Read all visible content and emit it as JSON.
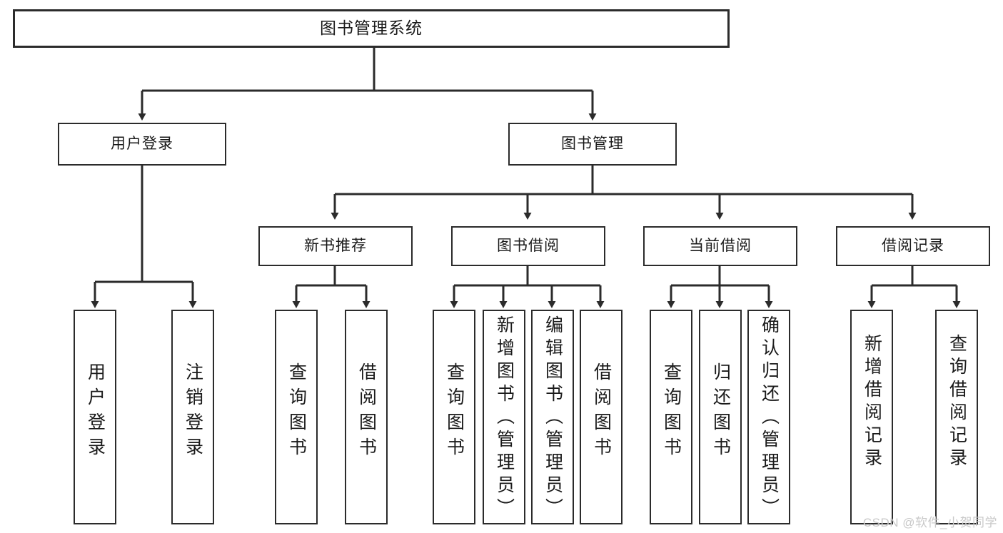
{
  "diagram": {
    "type": "tree",
    "title": "图书管理系统",
    "root": {
      "id": "root",
      "label": "图书管理系统"
    },
    "level1": [
      {
        "id": "user-login",
        "label": "用户登录"
      },
      {
        "id": "book-manage",
        "label": "图书管理"
      }
    ],
    "level2": [
      {
        "id": "new-book-rec",
        "label": "新书推荐",
        "parent": "book-manage"
      },
      {
        "id": "book-borrow",
        "label": "图书借阅",
        "parent": "book-manage"
      },
      {
        "id": "current-borrow",
        "label": "当前借阅",
        "parent": "book-manage"
      },
      {
        "id": "borrow-record",
        "label": "借阅记录",
        "parent": "book-manage"
      }
    ],
    "leaves": [
      {
        "id": "leaf-user-login",
        "label": "用户登录",
        "parent": "user-login"
      },
      {
        "id": "leaf-logout",
        "label": "注销登录",
        "parent": "user-login"
      },
      {
        "id": "leaf-query-book-1",
        "label": "查询图书",
        "parent": "new-book-rec"
      },
      {
        "id": "leaf-borrow-book-1",
        "label": "借阅图书",
        "parent": "new-book-rec"
      },
      {
        "id": "leaf-query-book-2",
        "label": "查询图书",
        "parent": "book-borrow"
      },
      {
        "id": "leaf-add-book",
        "label": "新增图书（管理员）",
        "parent": "book-borrow"
      },
      {
        "id": "leaf-edit-book",
        "label": "编辑图书（管理员）",
        "parent": "book-borrow"
      },
      {
        "id": "leaf-borrow-book-2",
        "label": "借阅图书",
        "parent": "book-borrow"
      },
      {
        "id": "leaf-query-book-3",
        "label": "查询图书",
        "parent": "current-borrow"
      },
      {
        "id": "leaf-return-book",
        "label": "归还图书",
        "parent": "current-borrow"
      },
      {
        "id": "leaf-confirm-return",
        "label": "确认归还（管理员）",
        "parent": "current-borrow"
      },
      {
        "id": "leaf-add-record",
        "label": "新增借阅记录",
        "parent": "borrow-record"
      },
      {
        "id": "leaf-query-record",
        "label": "查询借阅记录",
        "parent": "borrow-record"
      }
    ],
    "colors": {
      "stroke": "#2b2b2b",
      "fill": "#ffffff",
      "text": "#1a1a1a",
      "watermark": "#c9c9c9"
    }
  },
  "watermark": {
    "text": "CSDN @软件_小贺同学"
  }
}
